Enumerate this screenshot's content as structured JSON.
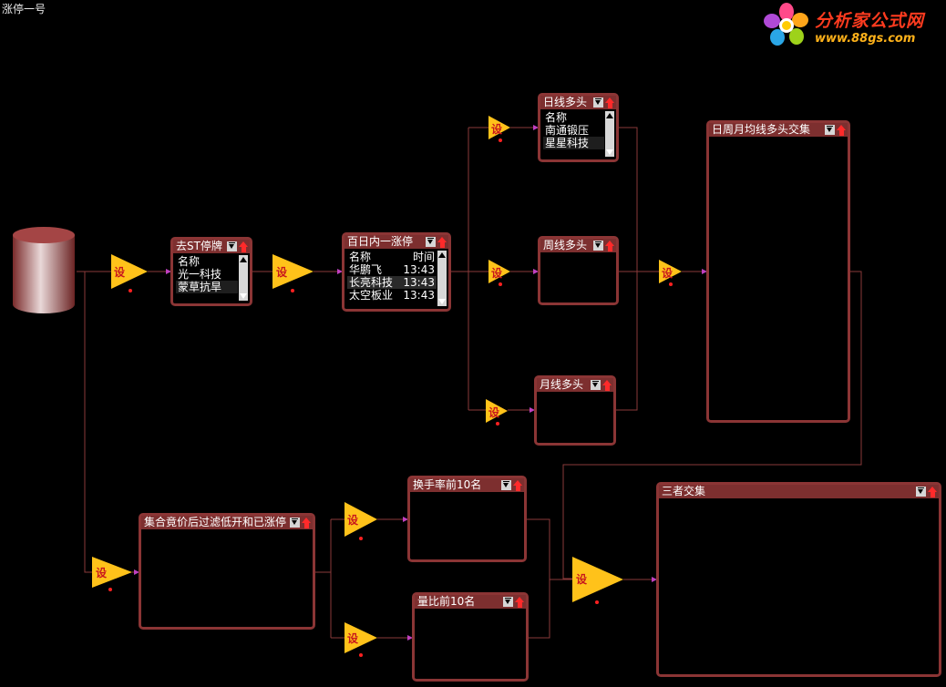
{
  "page_title": "涨停一号",
  "logo": {
    "name": "分析家公式网",
    "url": "www.88gs.com"
  },
  "gate_label": "设",
  "nodes": {
    "remove_st": {
      "title": "去ST停牌",
      "columns": [
        "名称"
      ],
      "rows": [
        [
          "光一科技"
        ],
        [
          "蒙草抗旱"
        ]
      ]
    },
    "hundred_day": {
      "title": "百日内一涨停",
      "columns": [
        "名称",
        "时间"
      ],
      "rows": [
        [
          "华鹏飞",
          "13:43"
        ],
        [
          "长亮科技",
          "13:43"
        ],
        [
          "太空板业",
          "13:43"
        ]
      ]
    },
    "daily_bull": {
      "title": "日线多头",
      "columns": [
        "名称"
      ],
      "rows": [
        [
          "南通锻压"
        ],
        [
          "星星科技"
        ]
      ]
    },
    "weekly_bull": {
      "title": "周线多头"
    },
    "monthly_bull": {
      "title": "月线多头"
    },
    "dwm_intersect": {
      "title": "日周月均线多头交集"
    },
    "auction_filter": {
      "title": "集合竟价后过滤低开和已涨停"
    },
    "turnover_top10": {
      "title": "换手率前10名"
    },
    "volume_ratio_top10": {
      "title": "量比前10名"
    },
    "three_intersect": {
      "title": "三者交集"
    }
  },
  "colors": {
    "wire": "#8a3a3a",
    "wire_arrow": "#c040c0",
    "node_border": "#8b3535",
    "gate_fill": "#ffc21a"
  }
}
